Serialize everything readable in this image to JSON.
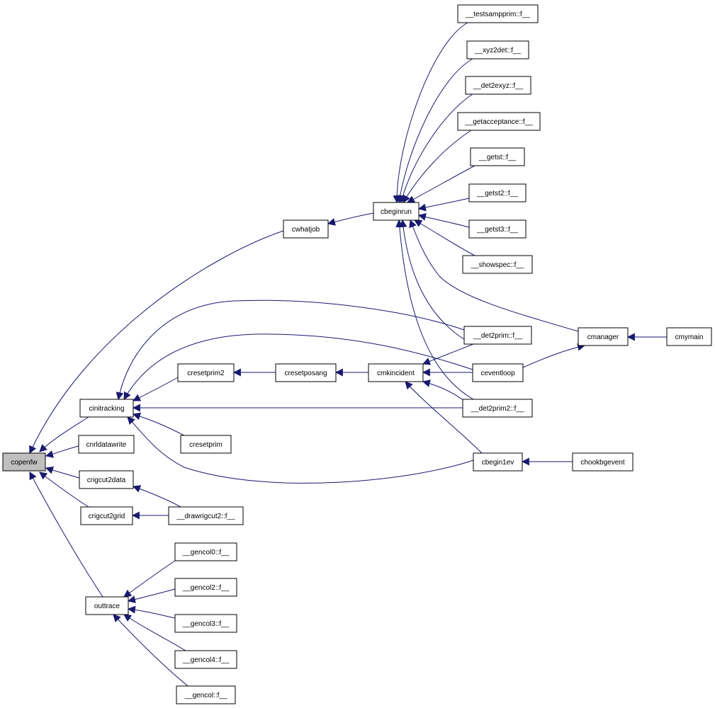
{
  "graph": {
    "root": "copenfw",
    "colors": {
      "edge": "#191970",
      "root_fill": "#bfbfbf",
      "node_fill": "#ffffff",
      "border": "#000000"
    },
    "nodes": [
      {
        "id": "copenfw",
        "label": "copenfw"
      },
      {
        "id": "cwhatjob",
        "label": "cwhatjob"
      },
      {
        "id": "cbeginrun",
        "label": "cbeginrun"
      },
      {
        "id": "testsampprim",
        "label": "__testsampprim::f__"
      },
      {
        "id": "xyz2det",
        "label": "__xyz2det::f__"
      },
      {
        "id": "det2exyz",
        "label": "__det2exyz::f__"
      },
      {
        "id": "getacceptance",
        "label": "__getacceptance::f__"
      },
      {
        "id": "getst",
        "label": "__getst::f__"
      },
      {
        "id": "getst2",
        "label": "__getst2::f__"
      },
      {
        "id": "getst3",
        "label": "__getst3::f__"
      },
      {
        "id": "showspec",
        "label": "__showspec::f__"
      },
      {
        "id": "det2prim",
        "label": "__det2prim::f__"
      },
      {
        "id": "cmanager",
        "label": "cmanager"
      },
      {
        "id": "cmymain",
        "label": "cmymain"
      },
      {
        "id": "cresetprim2",
        "label": "cresetprim2"
      },
      {
        "id": "cresetposang",
        "label": "cresetposang"
      },
      {
        "id": "cmkincident",
        "label": "cmkincident"
      },
      {
        "id": "ceventloop",
        "label": "ceventloop"
      },
      {
        "id": "cinitracking",
        "label": "cinitracking"
      },
      {
        "id": "det2prim2",
        "label": "__det2prim2::f__"
      },
      {
        "id": "cresetprim",
        "label": "cresetprim"
      },
      {
        "id": "cnrldatawrite",
        "label": "cnrldatawrite"
      },
      {
        "id": "cbegin1ev",
        "label": "cbegin1ev"
      },
      {
        "id": "chookbgevent",
        "label": "chookbgevent"
      },
      {
        "id": "crigcut2data",
        "label": "crigcut2data"
      },
      {
        "id": "crigcut2grid",
        "label": "crigcut2grid"
      },
      {
        "id": "drawrigcut2",
        "label": "__drawrigcut2::f__"
      },
      {
        "id": "gencol0",
        "label": "__gencol0::f__"
      },
      {
        "id": "outtrace",
        "label": "outtrace"
      },
      {
        "id": "gencol2",
        "label": "__gencol2::f__"
      },
      {
        "id": "gencol3",
        "label": "__gencol3::f__"
      },
      {
        "id": "gencol4",
        "label": "__gencol4::f__"
      },
      {
        "id": "gencol",
        "label": "__gencol::f__"
      }
    ],
    "edges": [
      {
        "from": "cwhatjob",
        "to": "copenfw"
      },
      {
        "from": "cinitracking",
        "to": "copenfw"
      },
      {
        "from": "cnrldatawrite",
        "to": "copenfw"
      },
      {
        "from": "crigcut2data",
        "to": "copenfw"
      },
      {
        "from": "crigcut2grid",
        "to": "copenfw"
      },
      {
        "from": "outtrace",
        "to": "copenfw"
      },
      {
        "from": "cbeginrun",
        "to": "cwhatjob"
      },
      {
        "from": "testsampprim",
        "to": "cbeginrun"
      },
      {
        "from": "xyz2det",
        "to": "cbeginrun"
      },
      {
        "from": "det2exyz",
        "to": "cbeginrun"
      },
      {
        "from": "getacceptance",
        "to": "cbeginrun"
      },
      {
        "from": "getst",
        "to": "cbeginrun"
      },
      {
        "from": "getst2",
        "to": "cbeginrun"
      },
      {
        "from": "getst3",
        "to": "cbeginrun"
      },
      {
        "from": "showspec",
        "to": "cbeginrun"
      },
      {
        "from": "det2prim",
        "to": "cbeginrun"
      },
      {
        "from": "cmanager",
        "to": "cbeginrun"
      },
      {
        "from": "det2prim2",
        "to": "cbeginrun"
      },
      {
        "from": "cmymain",
        "to": "cmanager"
      },
      {
        "from": "ceventloop",
        "to": "cmanager"
      },
      {
        "from": "det2prim",
        "to": "cinitracking"
      },
      {
        "from": "ceventloop",
        "to": "cinitracking"
      },
      {
        "from": "cresetprim2",
        "to": "cinitracking"
      },
      {
        "from": "det2prim2",
        "to": "cinitracking"
      },
      {
        "from": "cresetprim",
        "to": "cinitracking"
      },
      {
        "from": "cbegin1ev",
        "to": "cinitracking"
      },
      {
        "from": "cresetposang",
        "to": "cresetprim2"
      },
      {
        "from": "cmkincident",
        "to": "cresetposang"
      },
      {
        "from": "det2prim",
        "to": "cmkincident"
      },
      {
        "from": "ceventloop",
        "to": "cmkincident"
      },
      {
        "from": "det2prim2",
        "to": "cmkincident"
      },
      {
        "from": "cbegin1ev",
        "to": "cmkincident"
      },
      {
        "from": "chookbgevent",
        "to": "cbegin1ev"
      },
      {
        "from": "drawrigcut2",
        "to": "crigcut2data"
      },
      {
        "from": "drawrigcut2",
        "to": "crigcut2grid"
      },
      {
        "from": "gencol0",
        "to": "outtrace"
      },
      {
        "from": "gencol2",
        "to": "outtrace"
      },
      {
        "from": "gencol3",
        "to": "outtrace"
      },
      {
        "from": "gencol4",
        "to": "outtrace"
      },
      {
        "from": "gencol",
        "to": "outtrace"
      }
    ]
  }
}
